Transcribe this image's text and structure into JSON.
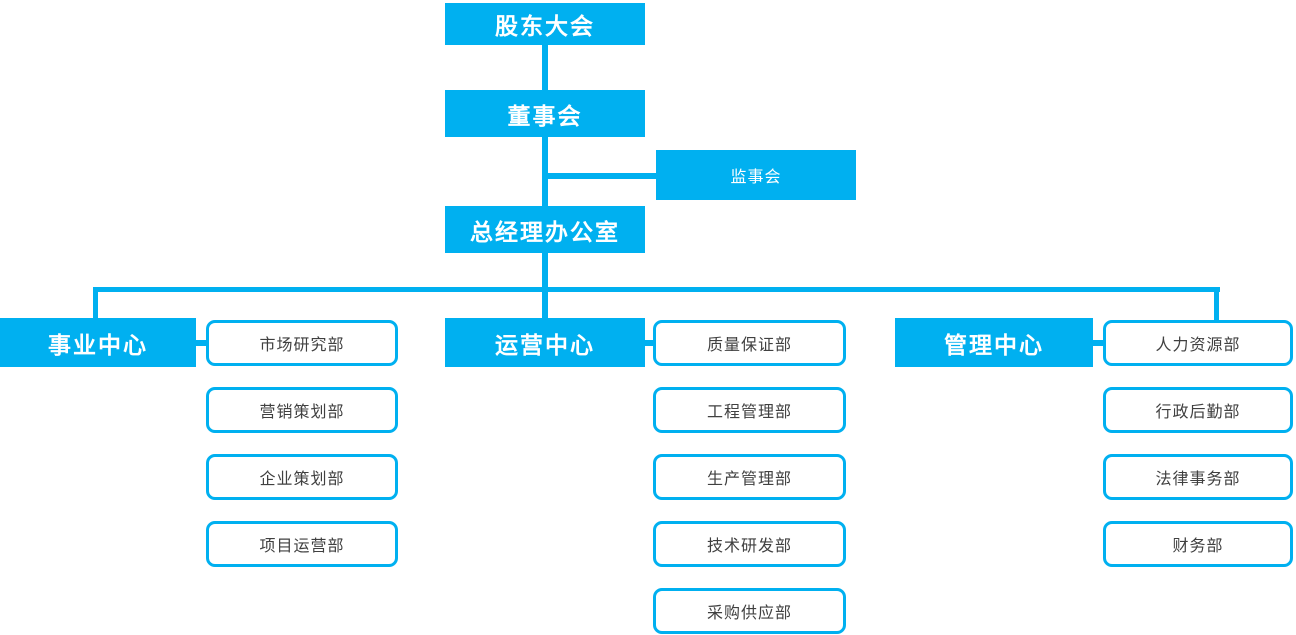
{
  "colors": {
    "accent": "#00B0F0",
    "department_text": "#404040",
    "node_text": "#FFFFFF",
    "background": "#FFFFFF"
  },
  "org": {
    "root": "股东大会",
    "board": "董事会",
    "supervisory": "监事会",
    "gm_office": "总经理办公室",
    "branches": [
      {
        "label": "事业中心",
        "departments": [
          "市场研究部",
          "营销策划部",
          "企业策划部",
          "项目运营部"
        ]
      },
      {
        "label": "运营中心",
        "departments": [
          "质量保证部",
          "工程管理部",
          "生产管理部",
          "技术研发部",
          "采购供应部"
        ]
      },
      {
        "label": "管理中心",
        "departments": [
          "人力资源部",
          "行政后勤部",
          "法律事务部",
          "财务部"
        ]
      }
    ]
  }
}
